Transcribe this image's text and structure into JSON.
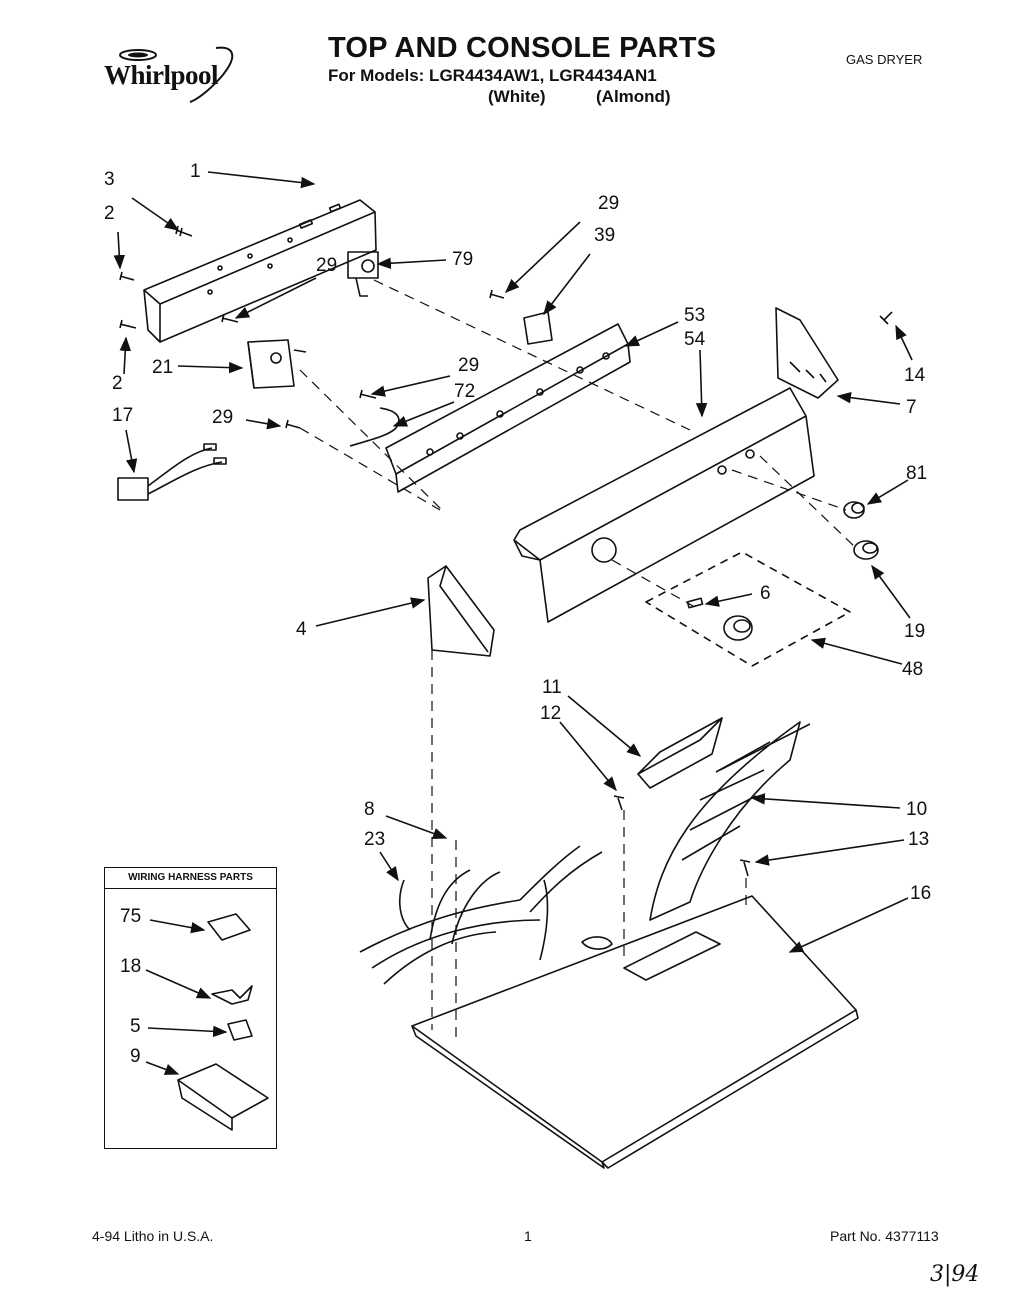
{
  "header": {
    "brand": "Whirlpool",
    "title": "TOP AND CONSOLE PARTS",
    "models_line": "For Models: LGR4434AW1, LGR4434AN1",
    "variant_white": "(White)",
    "variant_almond": "(Almond)",
    "product_type": "GAS DRYER"
  },
  "callouts": {
    "c1": "1",
    "c3": "3",
    "c2a": "2",
    "c2b": "2",
    "c29a": "29",
    "c29b": "29",
    "c29c": "29",
    "c29d": "29",
    "c79": "79",
    "c39": "39",
    "c53": "53",
    "c54": "54",
    "c21": "21",
    "c17": "17",
    "c72": "72",
    "c14": "14",
    "c7": "7",
    "c81": "81",
    "c19": "19",
    "c6": "6",
    "c48": "48",
    "c4": "4",
    "c11": "11",
    "c12": "12",
    "c10": "10",
    "c13": "13",
    "c8": "8",
    "c23": "23",
    "c16": "16"
  },
  "wiring_legend": {
    "title": "WIRING HARNESS PARTS",
    "items": [
      "75",
      "18",
      "5",
      "9"
    ]
  },
  "footer": {
    "left": "4-94 Litho in U.S.A.",
    "center": "1",
    "right": "Part No. 4377113",
    "handwritten": "3|94"
  }
}
